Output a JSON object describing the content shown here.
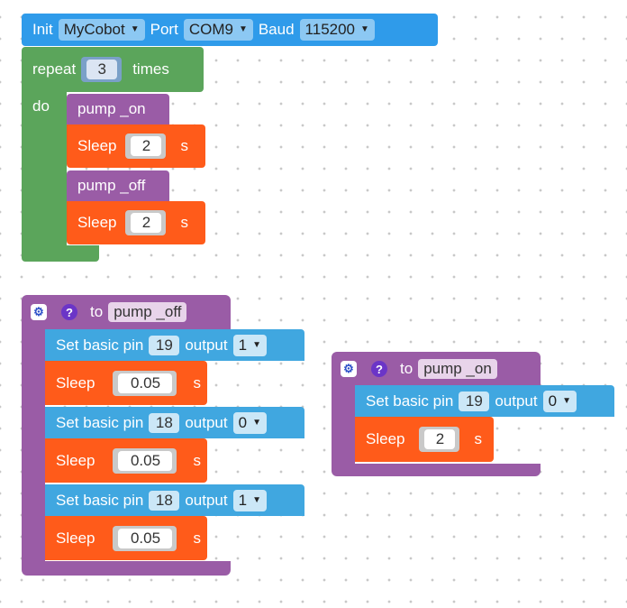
{
  "init_block": {
    "init_label": "Init",
    "robot": "MyCobot",
    "port_label": "Port",
    "port": "COM9",
    "baud_label": "Baud",
    "baud": "115200"
  },
  "repeat_block": {
    "repeat_label": "repeat",
    "count": "3",
    "times_label": "times",
    "do_label": "do",
    "body": [
      {
        "type": "call",
        "label": "pump _on"
      },
      {
        "type": "sleep",
        "label": "Sleep",
        "value": "2",
        "unit": "s"
      },
      {
        "type": "call",
        "label": "pump _off"
      },
      {
        "type": "sleep",
        "label": "Sleep",
        "value": "2",
        "unit": "s"
      }
    ]
  },
  "func_pump_off": {
    "to_label": "to",
    "name": "pump _off",
    "body": [
      {
        "label": "Set basic pin",
        "pin": "19",
        "output_label": "output",
        "value": "1"
      },
      {
        "label": "Sleep",
        "value": "0.05",
        "unit": "s"
      },
      {
        "label": "Set basic pin",
        "pin": "18",
        "output_label": "output",
        "value": "0"
      },
      {
        "label": "Sleep",
        "value": "0.05",
        "unit": "s"
      },
      {
        "label": "Set basic pin",
        "pin": "18",
        "output_label": "output",
        "value": "1"
      },
      {
        "label": "Sleep",
        "value": "0.05",
        "unit": "s"
      }
    ]
  },
  "func_pump_on": {
    "to_label": "to",
    "name": "pump _on",
    "body": [
      {
        "label": "Set basic pin",
        "pin": "19",
        "output_label": "output",
        "value": "0"
      },
      {
        "label": "Sleep",
        "value": "2",
        "unit": "s"
      }
    ]
  },
  "icons": {
    "gear": "⚙",
    "help": "?",
    "dropdown": "▼"
  },
  "colors": {
    "init": "#2f9bea",
    "loop": "#5ba55b",
    "function": "#9a5ca6",
    "sleep": "#ff5b1a",
    "gpio": "#40a7e0"
  }
}
